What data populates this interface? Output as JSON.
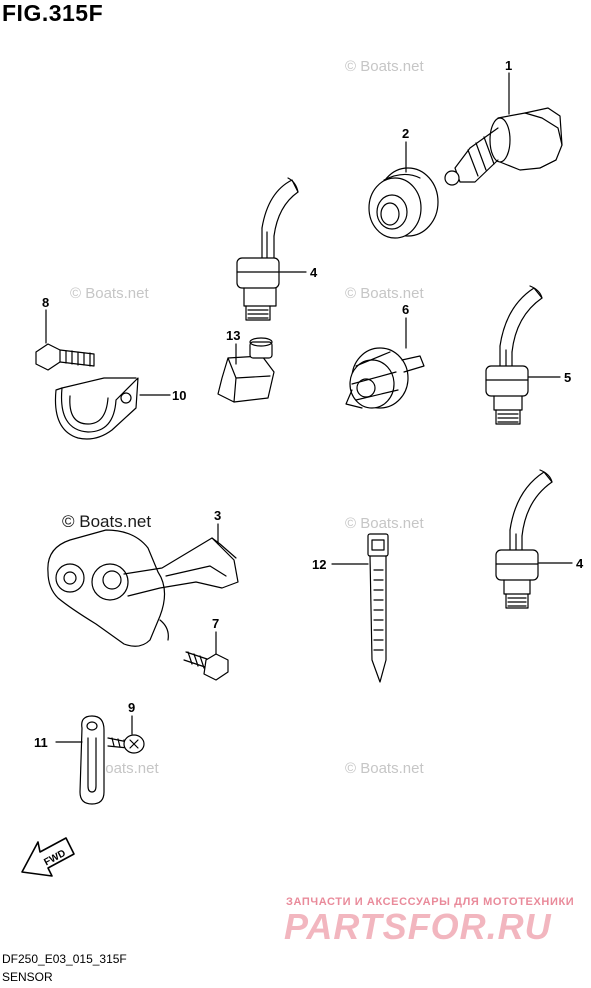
{
  "figure": {
    "title": "FIG.315F",
    "code": "DF250_E03_015_315F",
    "section": "SENSOR"
  },
  "watermarks": {
    "text": "Boats.net",
    "prominent": "© Boats.net"
  },
  "banner": {
    "small": "ЗАПЧАСТИ И АКСЕССУАРЫ ДЛЯ МОТОТЕХНИКИ",
    "big": "PARTSFOR.RU"
  },
  "fwd_label": "FWD",
  "callouts": {
    "c1": "1",
    "c2": "2",
    "c3": "3",
    "c4a": "4",
    "c4b": "4",
    "c5": "5",
    "c6": "6",
    "c7": "7",
    "c8": "8",
    "c9": "9",
    "c10": "10",
    "c11": "11",
    "c12": "12",
    "c13": "13"
  },
  "colors": {
    "line": "#000000",
    "watermark": "#c6c6c6",
    "banner_red": "#f2b6bf"
  }
}
